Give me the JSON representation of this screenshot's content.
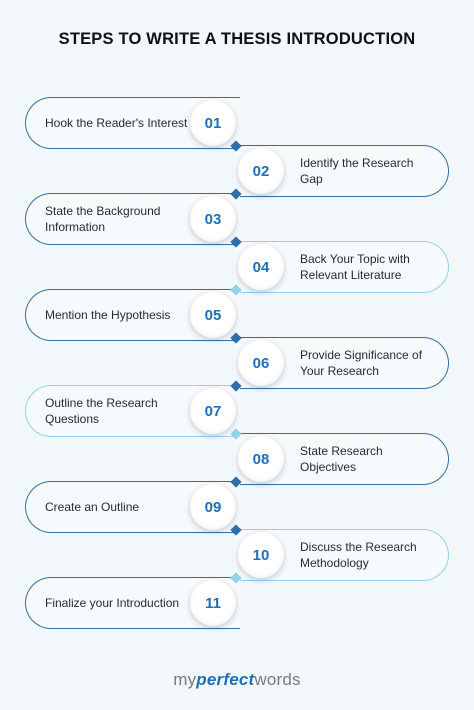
{
  "title": "STEPS TO WRITE A THESIS INTRODUCTION",
  "steps": [
    {
      "num": "01",
      "label": "Hook the Reader's Interest"
    },
    {
      "num": "02",
      "label": "Identify the Research Gap"
    },
    {
      "num": "03",
      "label": "State the Background Information"
    },
    {
      "num": "04",
      "label": "Back Your Topic with Relevant Literature"
    },
    {
      "num": "05",
      "label": "Mention the Hypothesis"
    },
    {
      "num": "06",
      "label": "Provide Significance of Your Research"
    },
    {
      "num": "07",
      "label": "Outline the Research Questions"
    },
    {
      "num": "08",
      "label": "State Research Objectives"
    },
    {
      "num": "09",
      "label": "Create an Outline"
    },
    {
      "num": "10",
      "label": "Discuss the Research Methodology"
    },
    {
      "num": "11",
      "label": "Finalize your Introduction"
    }
  ],
  "logo": {
    "part1": "my",
    "part2": "perfect",
    "part3": "words"
  },
  "colors": {
    "dark": "#2d6fa8",
    "light": "#8fd3ec",
    "number": "#1f6fb6"
  }
}
